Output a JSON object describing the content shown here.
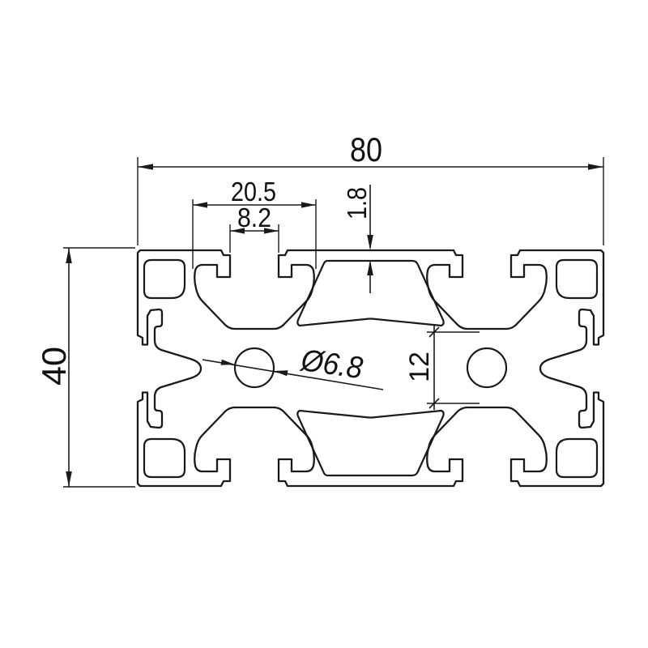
{
  "drawing": {
    "title": "aluminum-extrusion-profile-cross-section",
    "colors": {
      "line": "#1a1a1a",
      "background": "#ffffff"
    },
    "dimensions": {
      "overall_width": {
        "label": "80"
      },
      "overall_height": {
        "label": "40"
      },
      "slot_cavity_width": {
        "label": "20.5"
      },
      "slot_opening_width": {
        "label": "8.2"
      },
      "wall_thickness": {
        "label": "1.8"
      },
      "center_bore_diameter": {
        "label": "Ø6.8"
      },
      "core_width": {
        "label": "12"
      }
    }
  }
}
